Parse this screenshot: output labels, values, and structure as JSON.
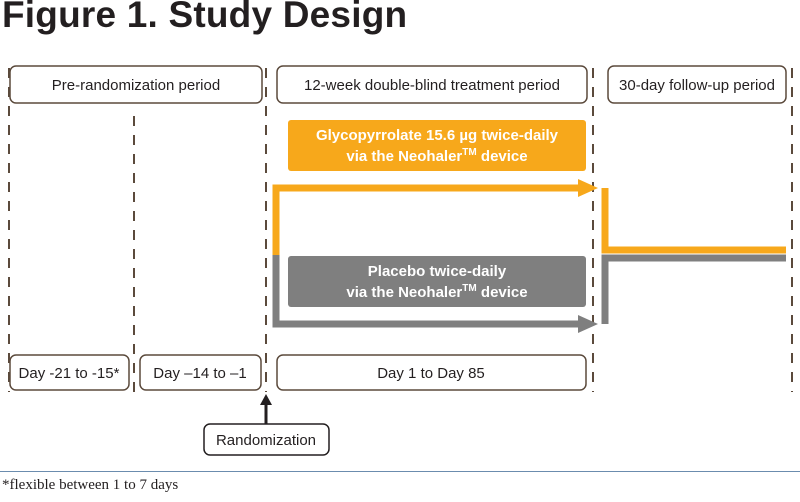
{
  "title": "Figure 1. Study Design",
  "colors": {
    "gold": "#f7a81b",
    "gray": "#7f7f7f",
    "brown": "#5b4a3c",
    "text": "#231f20"
  },
  "periods": {
    "pre": "Pre-randomization period",
    "treatment": "12-week double-blind treatment period",
    "followup": "30-day follow-up period"
  },
  "arms": {
    "active": {
      "line1": "Glycopyrrolate 15.6 µg twice-daily",
      "line2_prefix": "via the Neohaler",
      "line2_tm": "TM",
      "line2_suffix": " device"
    },
    "placebo": {
      "line1": "Placebo twice-daily",
      "line2_prefix": "via the Neohaler",
      "line2_tm": "TM",
      "line2_suffix": " device"
    }
  },
  "days": {
    "screening": "Day -21 to -15*",
    "runin": "Day –14 to –1",
    "treatment": "Day 1 to Day 85"
  },
  "randomization": "Randomization",
  "footnote": "*flexible between 1 to 7 days"
}
